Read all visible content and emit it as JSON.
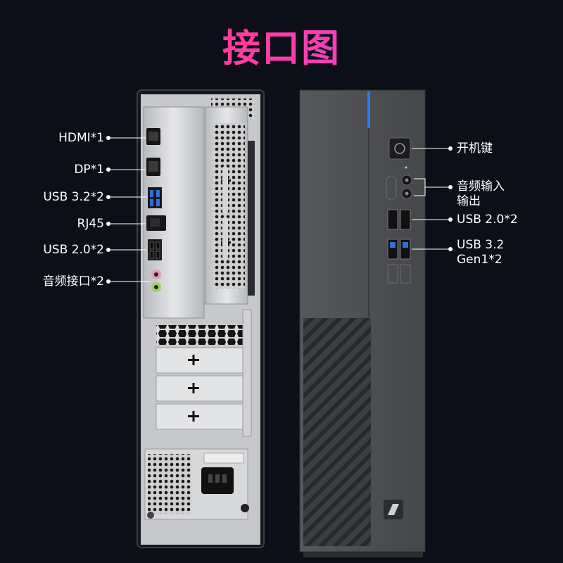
{
  "title": "接口图",
  "rear_ports": [
    {
      "id": "hdmi",
      "label": "HDMI*1"
    },
    {
      "id": "dp",
      "label": "DP*1"
    },
    {
      "id": "usb32",
      "label": "USB 3.2*2"
    },
    {
      "id": "rj45",
      "label": "RJ45"
    },
    {
      "id": "usb20",
      "label": "USB 2.0*2"
    },
    {
      "id": "audio",
      "label": "音频接口*2"
    }
  ],
  "front_ports": [
    {
      "id": "power",
      "label": "开机键"
    },
    {
      "id": "audio",
      "label_line1": "音频输入",
      "label_line2": "输出"
    },
    {
      "id": "usb20",
      "label": "USB 2.0*2"
    },
    {
      "id": "usb32",
      "label_line1": "USB 3.2",
      "label_line2": "Gen1*2"
    }
  ],
  "colors": {
    "background": "#0c0f18",
    "title_gradient_start": "#ff4a6e",
    "title_gradient_end": "#c54cff",
    "front_panel": "#4b4d51",
    "usb3_blue": "#2f6fe0",
    "power_led": "#2a7be8"
  }
}
